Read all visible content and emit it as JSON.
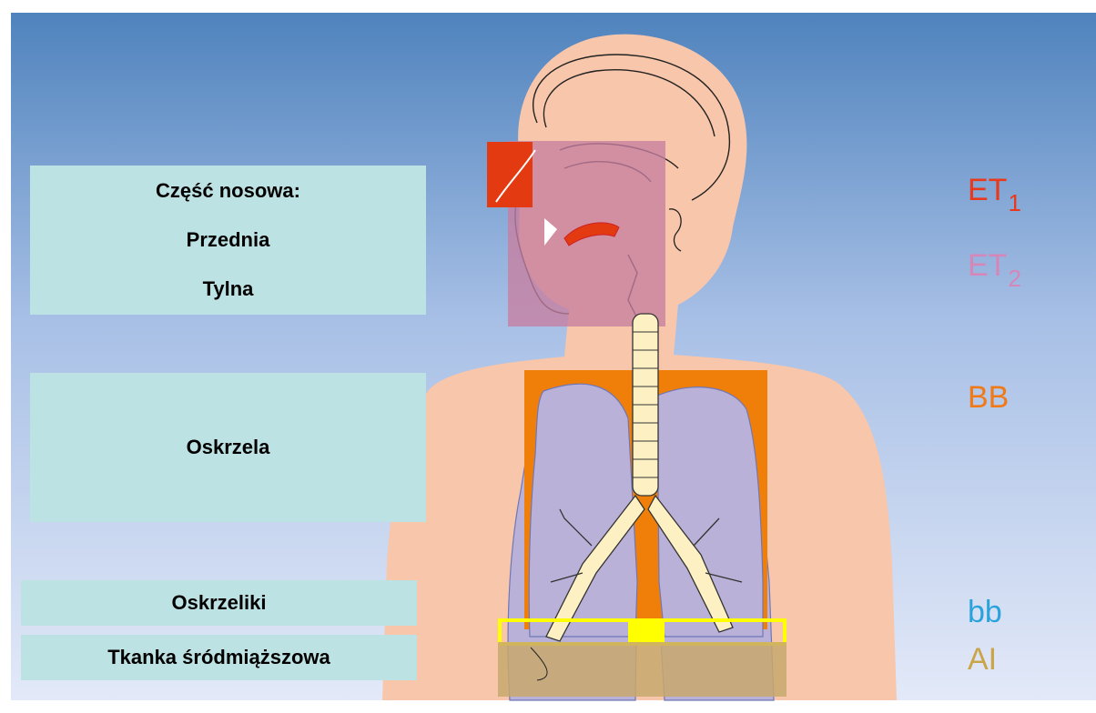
{
  "panels": {
    "nasal": {
      "title": "Część nosowa:",
      "items": [
        "Przednia",
        "Tylna"
      ]
    },
    "bronchi": "Oskrzela",
    "bronchioles": "Oskrzeliki",
    "interstitial": "Tkanka śródmiąższowa"
  },
  "regions": [
    {
      "base": "ET",
      "sub": "1",
      "color": "#e8391c"
    },
    {
      "base": "ET",
      "sub": "2",
      "color": "#d487b8"
    },
    {
      "base": "BB",
      "sub": "",
      "color": "#f07a18"
    },
    {
      "base": "bb",
      "sub": "",
      "color": "#2aa3dd"
    },
    {
      "base": "AI",
      "sub": "",
      "color": "#c9a547"
    }
  ],
  "colors": {
    "background_top": "#4f83bd",
    "background_bottom": "#dfe7f7",
    "skin": "#f8c6aa",
    "lung": "#b9b1d8",
    "et1_box": "#e43a12",
    "et2_box": "#c77fa0",
    "bb_box": "#f07f0a",
    "bb_small_box": "#ffff00",
    "ai_box": "#c8a86d",
    "panel": "#bde2e4"
  }
}
